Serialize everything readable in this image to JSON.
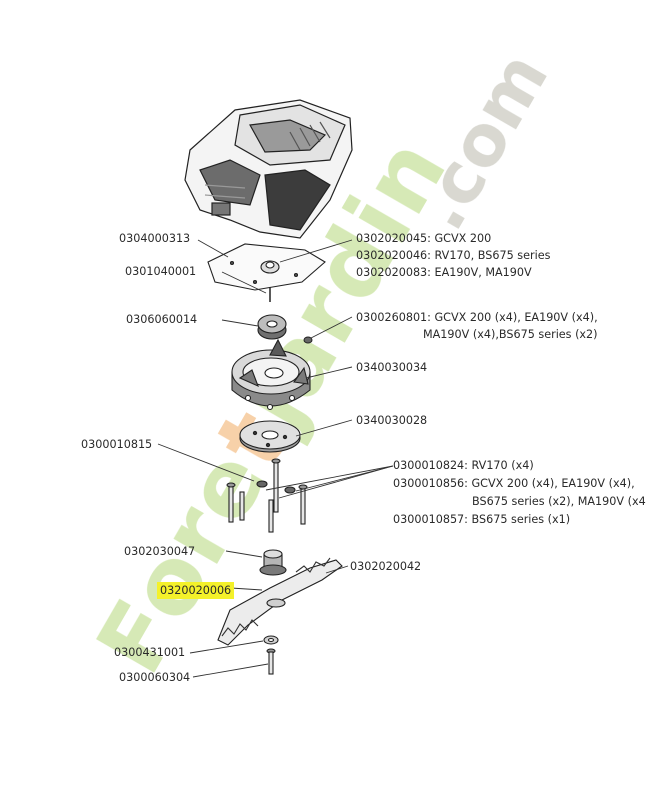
{
  "labels": {
    "p1": "0304000313",
    "p2": "0301040001",
    "p3": "0306060014",
    "p4_1": "0302020045: GCVX 200",
    "p4_2": "0302020046: RV170, BS675 series",
    "p4_3": "0302020083:  EA190V, MA190V",
    "p5_1": "0300260801: GCVX 200 (x4), EA190V (x4),",
    "p5_2": "MA190V (x4),BS675 series (x2)",
    "p6": "0340030034",
    "p7": "0340030028",
    "p8": "0300010815",
    "p9_1": "0300010824: RV170 (x4)",
    "p9_2": "0300010856: GCVX 200 (x4), EA190V (x4),",
    "p9_3": "BS675 series (x2), MA190V (x4",
    "p9_4": "0300010857: BS675 series (x1)",
    "p10": "0302030047",
    "p11": "0302020042",
    "p12": "0320020006",
    "p13": "0300431001",
    "p14": "0300060304"
  },
  "watermark": {
    "text_main": "Foretjardin",
    "text_suffix": ".com"
  },
  "colors": {
    "highlight": "#f4f12a",
    "watermark_green": "#cfe6a9",
    "watermark_orange": "#f6c99a",
    "watermark_gray": "#d2d1c9",
    "line": "#333333"
  }
}
